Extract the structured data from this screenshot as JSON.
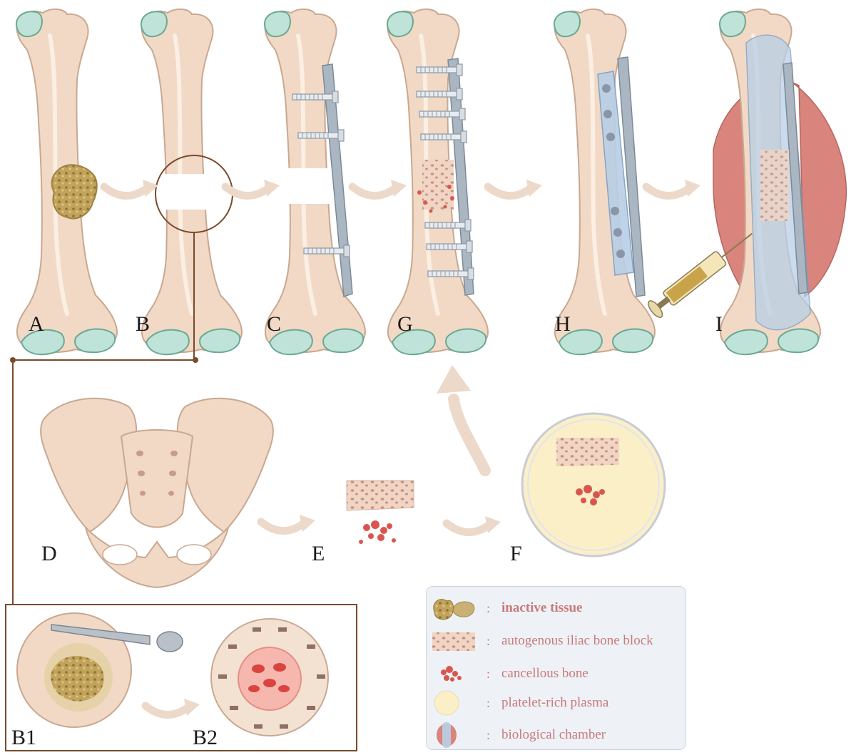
{
  "panels": {
    "A": "A",
    "B": "B",
    "C": "C",
    "G": "G",
    "H": "H",
    "I": "I",
    "D": "D",
    "E": "E",
    "F": "F",
    "B1": "B1",
    "B2": "B2"
  },
  "legend": {
    "items": [
      {
        "icon": "inactive-tissue-icon",
        "label": "inactive tissue",
        "bold": true
      },
      {
        "icon": "bone-block-icon",
        "label": "autogenous iliac bone block",
        "bold": false
      },
      {
        "icon": "cancellous-bone-icon",
        "label": "cancellous bone",
        "bold": false
      },
      {
        "icon": "prp-icon",
        "label": "platelet-rich plasma",
        "bold": false
      },
      {
        "icon": "biological-chamber-icon",
        "label": "biological chamber",
        "bold": false
      }
    ],
    "separator": ":"
  },
  "colors": {
    "bone": "#f1d9c6",
    "bone_outline": "#c9a891",
    "cartilage": "#bfe3d8",
    "tissue": "#b99a52",
    "arrow": "#ecd9c9",
    "bracket": "#7a4a2b",
    "plate": "#aab6c2",
    "muscle": "#d9847d",
    "chamber": "#b8cfe6",
    "prp": "#fbefc8",
    "cancellous": "#d9564e",
    "legend_text": "#c9797a"
  }
}
